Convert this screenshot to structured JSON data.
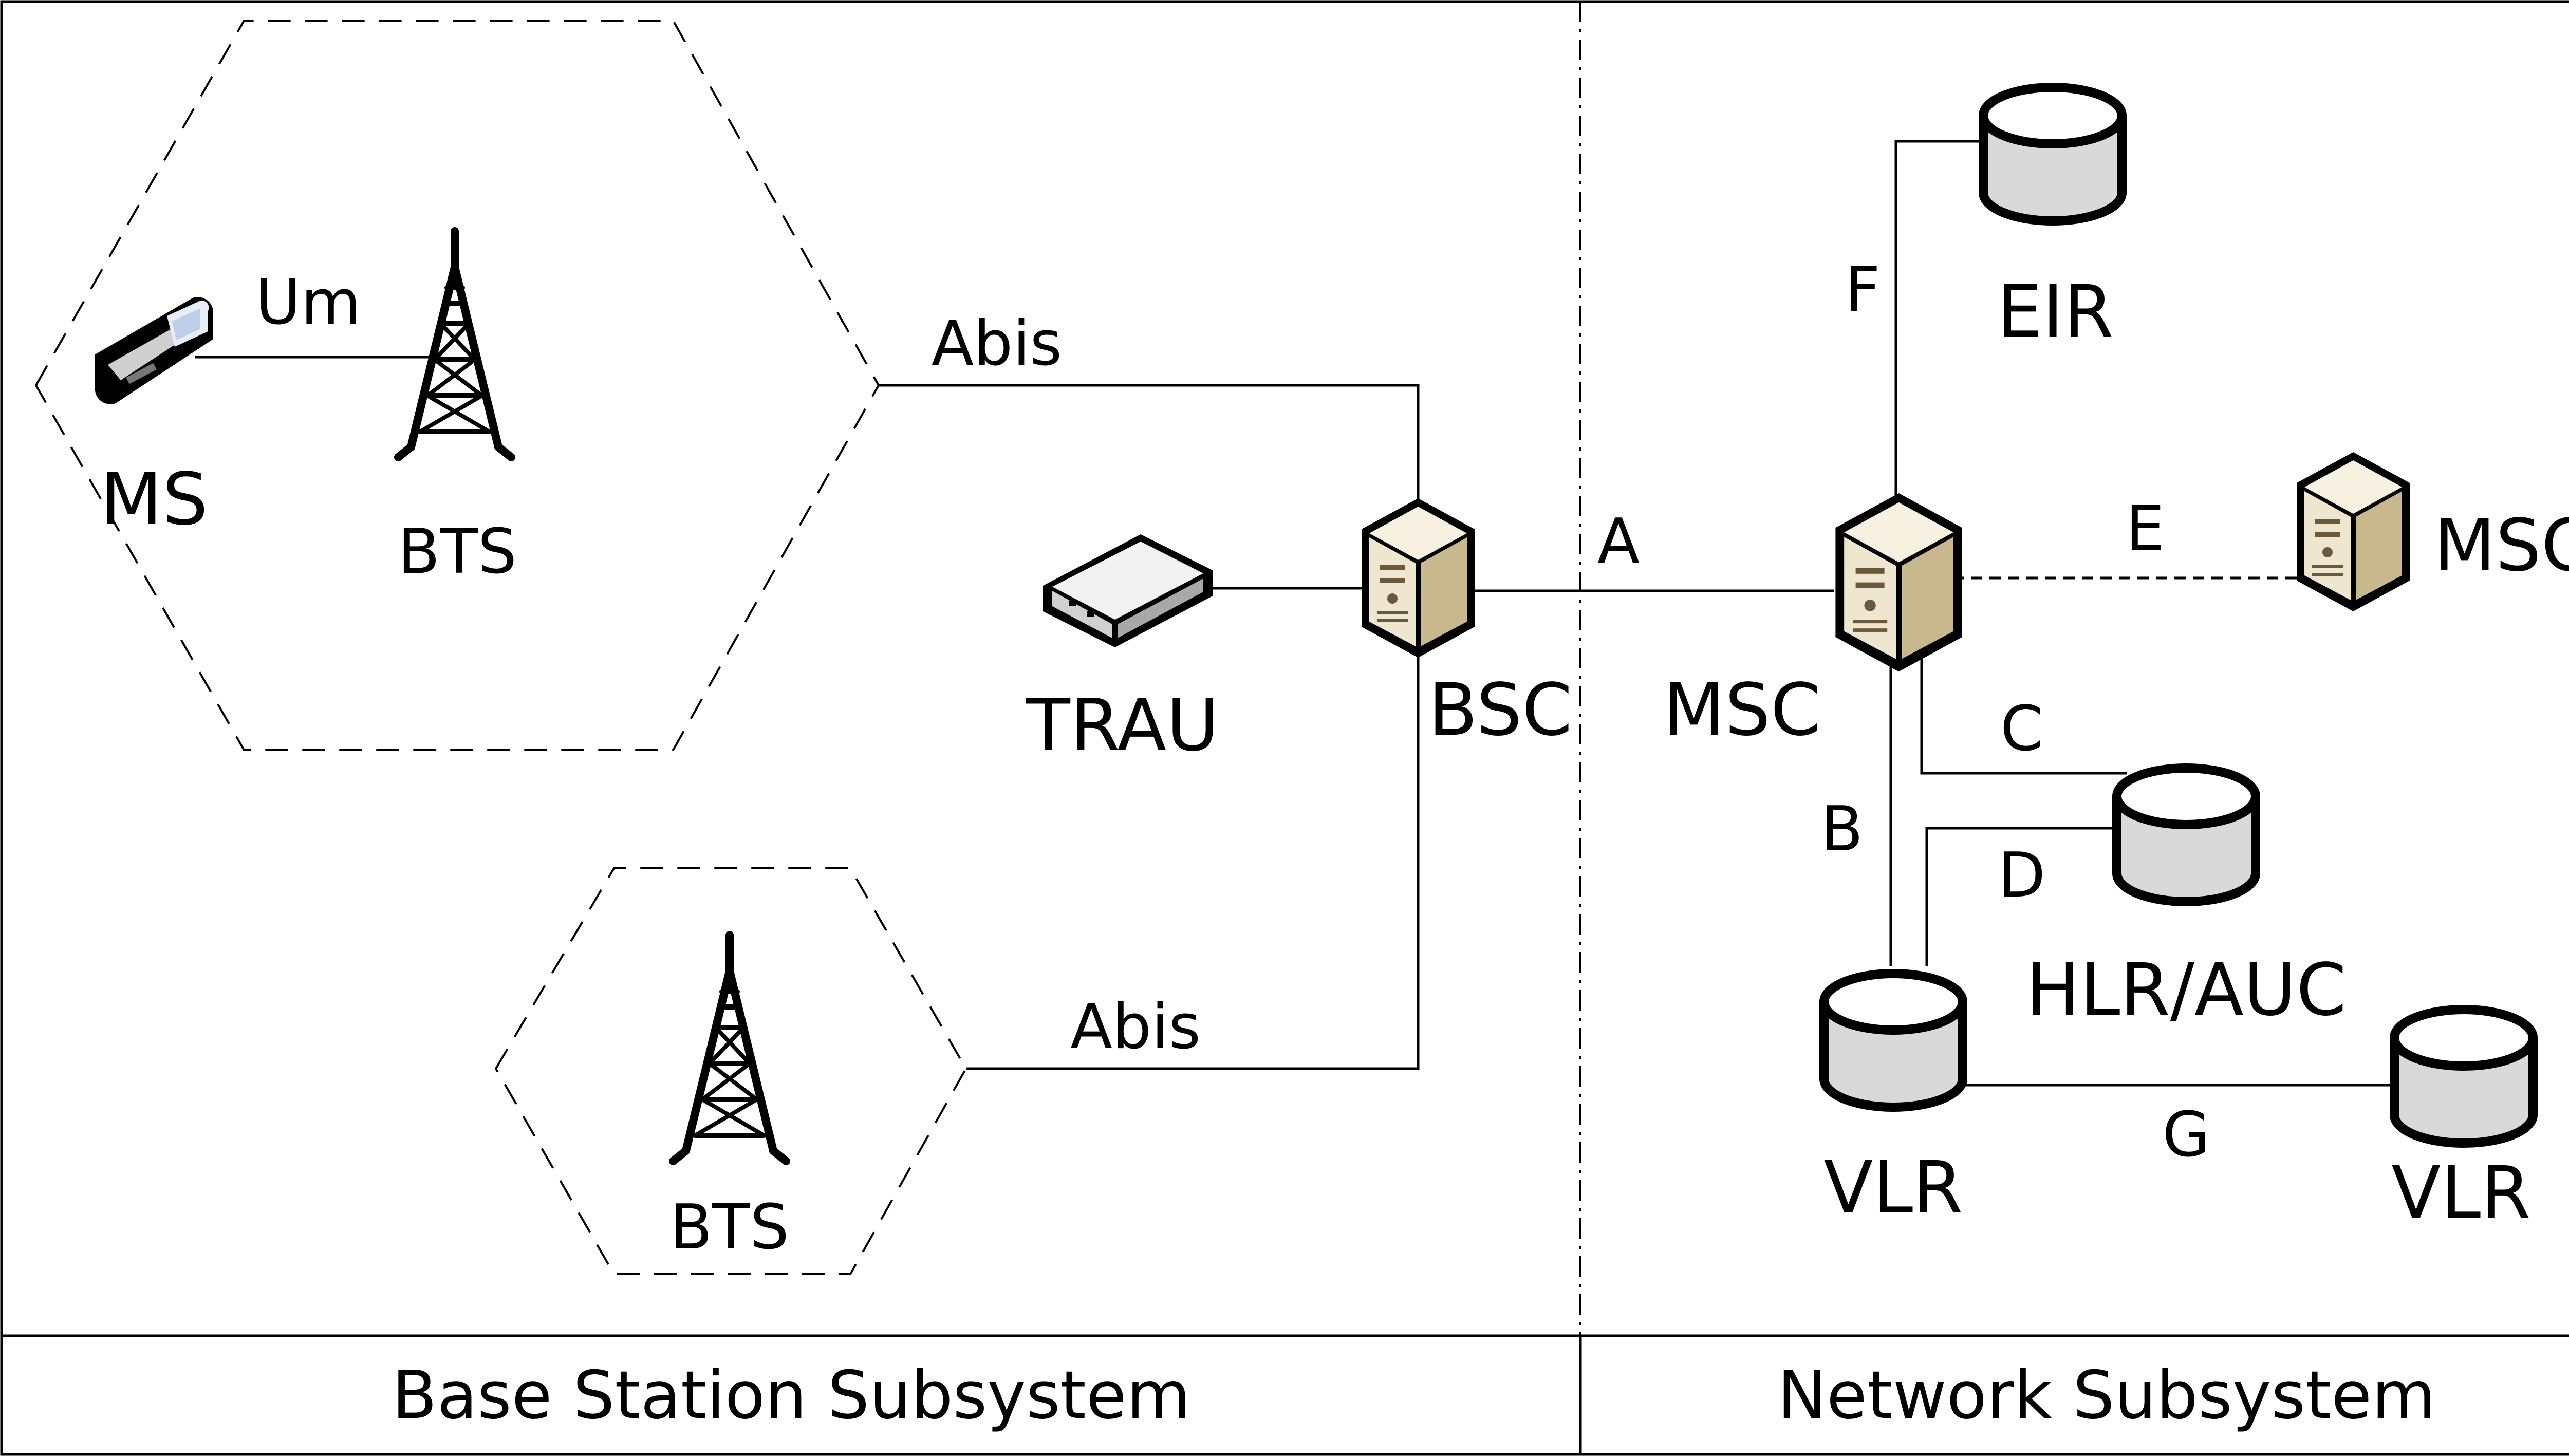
{
  "panels": {
    "left_label": "Base Station Subsystem",
    "right_label": "Network Subsystem"
  },
  "nodes": {
    "ms": "MS",
    "bts_top": "BTS",
    "bts_bottom": "BTS",
    "trau": "TRAU",
    "bsc": "BSC",
    "msc_main": "MSC",
    "msc_remote": "MSC",
    "eir": "EIR",
    "hlr_auc": "HLR/AUC",
    "vlr_left": "VLR",
    "vlr_right": "VLR"
  },
  "interfaces": {
    "um": "Um",
    "abis_top": "Abis",
    "abis_bottom": "Abis",
    "a": "A",
    "b": "B",
    "c": "C",
    "d": "D",
    "e": "E",
    "f": "F",
    "g": "G"
  },
  "icons": {
    "phone": "mobile-phone-icon",
    "tower": "cell-tower-icon",
    "server": "server-icon",
    "database": "database-cylinder-icon",
    "device": "network-device-icon"
  },
  "colors": {
    "line": "#000000",
    "server_fill": "#efe6cf",
    "server_dark": "#c9b78e",
    "db_fill": "#d9d9d9",
    "db_top": "#ffffff"
  }
}
